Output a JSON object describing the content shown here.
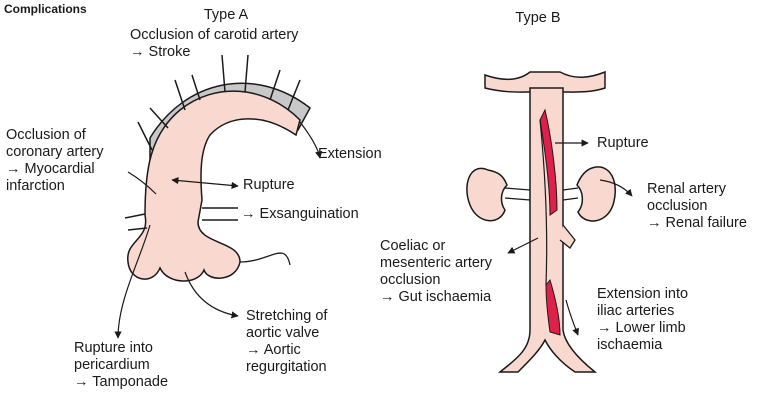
{
  "heading": "Complications",
  "type_a": {
    "title": "Type A",
    "carotid": "Occlusion of carotid artery\n→ Stroke",
    "extension": "Extension",
    "coronary": "Occlusion of\ncoronary artery\n→ Myocardial\ninfarction",
    "rupture": "Rupture",
    "exsanguination": "→ Exsanguination",
    "aortic_valve": "Stretching of\naortic valve\n→ Aortic\nregurgitation",
    "pericardium": "Rupture into\npericardium\n→ Tamponade"
  },
  "type_b": {
    "title": "Type B",
    "rupture": "Rupture",
    "renal": "Renal artery\nocclusion\n→ Renal failure",
    "coeliac": "Coeliac or\nmesenteric artery\nocclusion\n→ Gut ischaemia",
    "iliac": "Extension into\niliac arteries\n→ Lower limb\nischaemia"
  },
  "colors": {
    "vessel_fill": "#f9d9cf",
    "false_lumen_grey": "#c8c8c8",
    "dissection_red": "#e0204a",
    "outline": "#1a1a1a"
  }
}
